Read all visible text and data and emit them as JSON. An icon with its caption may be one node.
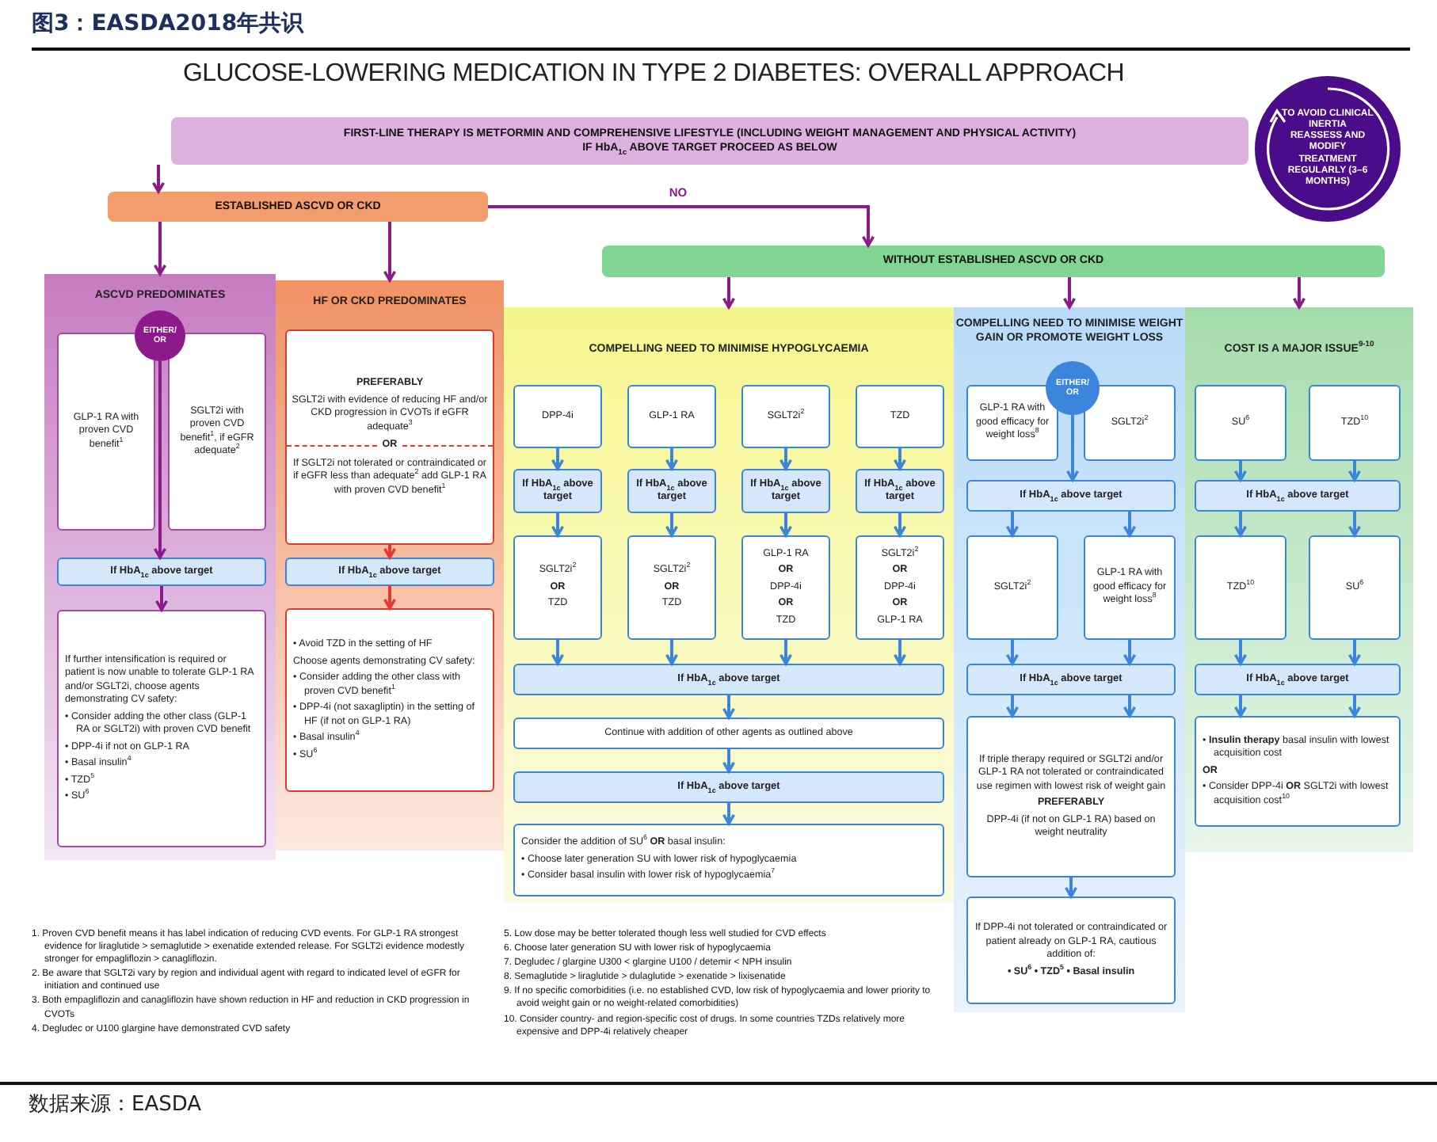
{
  "diagram": {
    "title": "图3：EASDA2018年共识",
    "caption": "数据来源：EASDA",
    "nodes": [
      {
        "text": [
          "FIRST-LINE THERAPY IS METFORMIN AND COMPREHENSIVE LIFESTYLE (INCLUDING WEIGHT MANAGEMENT AND PHYSICAL ACTIVITY)",
          "IF HbA$_{1c}$ ABOVE TARGET PROCEED AS BELOW"
        ]
      },
      {
        "text": [
          "TO AVOID CLINICAL INERTIA REASSESS AND MODIFY TREATMENT REGULARLY (3–6 MONTHS)"
        ]
      },
      {
        "text": [
          "ESTABLISHED ASCVD OR CKD"
        ]
      },
      {
        "text": [
          "WITHOUT ESTABLISHED ASCVD OR CKD"
        ]
      },
      {
        "text": [
          "ASCVD PREDOMINATES"
        ]
      },
      {
        "text": [
          "EITHER/ OR"
        ],
        "in": 4
      },
      {
        "text": [
          "GLP-1 RA with proven CVD benefit$^{1}$"
        ],
        "in": 4
      },
      {
        "text": [
          "SGLT2i with proven CVD benefit$^{1}$, if eGFR adequate$^{2}$"
        ],
        "in": 4
      },
      {
        "text": [
          "If HbA$_{1c}$ above target"
        ],
        "in": 4
      },
      {
        "text": [
          "If further intensification is required or patient is now unable to tolerate GLP-1 RA and/or SGLT2i, choose agents demonstrating CV safety:",
          "• Consider adding the other class (GLP-1 RA or SGLT2i) with proven CVD benefit",
          "• DPP-4i if not on GLP-1 RA",
          "• Basal insulin$^{4}$",
          "• TZD$^{5}$",
          "• SU$^{6}$"
        ],
        "in": 4
      },
      {
        "text": [
          "HF OR CKD PREDOMINATES"
        ]
      },
      {
        "text": [
          "PREFERABLY",
          "SGLT2i with evidence of reducing HF and/or CKD progression in CVOTs if eGFR adequate$^{3}$",
          "OR",
          "If SGLT2i not tolerated or contraindicated or if eGFR less than adequate$^{2}$ add GLP-1 RA with proven CVD benefit$^{1}$"
        ],
        "in": 10
      },
      {
        "text": [
          "If HbA$_{1c}$ above target"
        ],
        "in": 10
      },
      {
        "text": [
          "• Avoid TZD in the setting of HF",
          "Choose agents demonstrating CV safety:",
          "• Consider adding the other class with proven CVD benefit$^{1}$",
          "• DPP-4i (not saxagliptin) in the setting of HF (if not on GLP-1 RA)",
          "• Basal insulin$^{4}$",
          "• SU$^{6}$"
        ],
        "in": 10
      },
      {
        "text": [
          "COMPELLING NEED TO MINIMISE HYPOGLYCAEMIA"
        ]
      },
      {
        "text": [
          "DPP-4i"
        ],
        "in": 14
      },
      {
        "text": [
          "GLP-1 RA"
        ],
        "in": 14
      },
      {
        "text": [
          "SGLT2i$^{2}$"
        ],
        "in": 14
      },
      {
        "text": [
          "TZD"
        ],
        "in": 14
      },
      {
        "text": [
          "If HbA$_{1c}$ above target"
        ],
        "in": 14
      },
      {
        "text": [
          "If HbA$_{1c}$ above target"
        ],
        "in": 14
      },
      {
        "text": [
          "If HbA$_{1c}$ above target"
        ],
        "in": 14
      },
      {
        "text": [
          "If HbA$_{1c}$ above target"
        ],
        "in": 14
      },
      {
        "text": [
          "SGLT2i$^{2}$",
          "OR",
          "TZD"
        ],
        "in": 14
      },
      {
        "text": [
          "SGLT2i$^{2}$",
          "OR",
          "TZD"
        ],
        "in": 14
      },
      {
        "text": [
          "GLP-1 RA",
          "OR",
          "DPP-4i",
          "OR",
          "TZD"
        ],
        "in": 14
      },
      {
        "text": [
          "SGLT2i$^{2}$",
          "OR",
          "DPP-4i",
          "OR",
          "GLP-1 RA"
        ],
        "in": 14
      },
      {
        "text": [
          "If HbA$_{1c}$ above target"
        ],
        "in": 14
      },
      {
        "text": [
          "Continue with addition of other agents as outlined above"
        ],
        "in": 14
      },
      {
        "text": [
          "If HbA$_{1c}$ above target"
        ],
        "in": 14
      },
      {
        "text": [
          "Consider the addition of SU$^{6}$ **OR** basal insulin:",
          "• Choose later generation SU with lower risk of hypoglycaemia",
          "• Consider basal insulin with lower risk of hypoglycaemia$^{7}$"
        ],
        "in": 14
      },
      {
        "text": [
          "COMPELLING NEED TO MINIMISE WEIGHT GAIN OR PROMOTE WEIGHT LOSS"
        ]
      },
      {
        "text": [
          "EITHER/ OR"
        ],
        "in": 31
      },
      {
        "text": [
          "GLP-1 RA with good efficacy for weight loss$^{8}$"
        ],
        "in": 31
      },
      {
        "text": [
          "SGLT2i$^{2}$"
        ],
        "in": 31
      },
      {
        "text": [
          "If HbA$_{1c}$ above target"
        ],
        "in": 31
      },
      {
        "text": [
          "SGLT2i$^{2}$"
        ],
        "in": 31
      },
      {
        "text": [
          "GLP-1 RA with good efficacy for weight loss$^{8}$"
        ],
        "in": 31
      },
      {
        "text": [
          "If HbA$_{1c}$ above target"
        ],
        "in": 31
      },
      {
        "text": [
          "If triple therapy required or SGLT2i and/or GLP-1 RA not tolerated or contraindicated use regimen with lowest risk of weight gain",
          "PREFERABLY",
          "DPP-4i (if not on GLP-1 RA) based on weight neutrality"
        ],
        "in": 31
      },
      {
        "text": [
          "If DPP-4i not tolerated or contraindicated or patient already on GLP-1 RA, cautious addition of:",
          "• SU$^{6}$ • TZD$^{5}$ • Basal insulin"
        ],
        "in": 31
      },
      {
        "text": [
          "COST IS A MAJOR ISSUE$^{9-10}$"
        ]
      },
      {
        "text": [
          "SU$^{6}$"
        ],
        "in": 41
      },
      {
        "text": [
          "TZD$^{10}$"
        ],
        "in": 41
      },
      {
        "text": [
          "If HbA$_{1c}$ above target"
        ],
        "in": 41
      },
      {
        "text": [
          "TZD$^{10}$"
        ],
        "in": 41
      },
      {
        "text": [
          "SU$^{6}$"
        ],
        "in": 41
      },
      {
        "text": [
          "If HbA$_{1c}$ above target"
        ],
        "in": 41
      },
      {
        "text": [
          "• **Insulin therapy** basal insulin with lowest acquisition cost",
          "OR",
          "• Consider DPP-4i **OR** SGLT2i with lowest acquisition cost$^{10}$"
        ],
        "in": 41
      }
    ],
    "edges": [
      {
        "from": 0,
        "to": 2,
        "arrow": "to",
        "color": "#8c1a8a"
      },
      {
        "from": 2,
        "to": 3,
        "arrow": "to",
        "label": "NO",
        "color": "#8c1a8a"
      },
      {
        "from": 2,
        "to": 4,
        "arrow": "to",
        "color": "#8c1a8a"
      },
      {
        "from": 2,
        "to": 10,
        "arrow": "to",
        "color": "#8c1a8a"
      },
      {
        "from": 3,
        "to": 14,
        "arrow": "to",
        "color": "#8c1a8a"
      },
      {
        "from": 3,
        "to": 31,
        "arrow": "to",
        "color": "#8c1a8a"
      },
      {
        "from": 3,
        "to": 41,
        "arrow": "to",
        "color": "#8c1a8a"
      },
      {
        "from": 5,
        "to": 8,
        "arrow": "to",
        "color": "#8c1a8a"
      },
      {
        "from": 8,
        "to": 9,
        "arrow": "to",
        "color": "#8c1a8a"
      },
      {
        "from": 11,
        "to": 12,
        "arrow": "to",
        "color": "#e5392f"
      },
      {
        "from": 12,
        "to": 13,
        "arrow": "to",
        "color": "#e5392f"
      },
      {
        "from": 15,
        "to": 19,
        "arrow": "to"
      },
      {
        "from": 16,
        "to": 20,
        "arrow": "to"
      },
      {
        "from": 17,
        "to": 21,
        "arrow": "to"
      },
      {
        "from": 18,
        "to": 22,
        "arrow": "to"
      },
      {
        "from": 19,
        "to": 23,
        "arrow": "to"
      },
      {
        "from": 20,
        "to": 24,
        "arrow": "to"
      },
      {
        "from": 21,
        "to": 25,
        "arrow": "to"
      },
      {
        "from": 22,
        "to": 26,
        "arrow": "to"
      },
      {
        "from": 23,
        "to": 27,
        "arrow": "to"
      },
      {
        "from": 24,
        "to": 27,
        "arrow": "to"
      },
      {
        "from": 25,
        "to": 27,
        "arrow": "to"
      },
      {
        "from": 26,
        "to": 27,
        "arrow": "to"
      },
      {
        "from": 27,
        "to": 28,
        "arrow": "to"
      },
      {
        "from": 28,
        "to": 29,
        "arrow": "to"
      },
      {
        "from": 29,
        "to": 30,
        "arrow": "to"
      },
      {
        "from": 32,
        "to": 35,
        "arrow": "to"
      },
      {
        "from": 35,
        "to": 36,
        "arrow": "to"
      },
      {
        "from": 35,
        "to": 37,
        "arrow": "to"
      },
      {
        "from": 36,
        "to": 38,
        "arrow": "to"
      },
      {
        "from": 37,
        "to": 38,
        "arrow": "to"
      },
      {
        "from": 38,
        "to": 39,
        "arrow": "to"
      },
      {
        "from": 38,
        "to": 39,
        "arrow": "to"
      },
      {
        "from": 39,
        "to": 40,
        "arrow": "to"
      },
      {
        "from": 42,
        "to": 44,
        "arrow": "to"
      },
      {
        "from": 43,
        "to": 44,
        "arrow": "to"
      },
      {
        "from": 44,
        "to": 45,
        "arrow": "to"
      },
      {
        "from": 44,
        "to": 46,
        "arrow": "to"
      },
      {
        "from": 45,
        "to": 47,
        "arrow": "to"
      },
      {
        "from": 46,
        "to": 47,
        "arrow": "to"
      },
      {
        "from": 47,
        "to": 48,
        "arrow": "to"
      },
      {
        "from": 47,
        "to": 48,
        "arrow": "to"
      }
    ],
    "labels": [
      "GLUCOSE-LOWERING MEDICATION IN TYPE 2 DIABETES: OVERALL APPROACH",
      "1. Proven CVD benefit means it has label indication of reducing CVD events. For GLP-1 RA strongest evidence for liraglutide > semaglutide > exenatide extended release. For SGLT2i evidence modestly stronger for empagliflozin > canagliflozin.",
      "2. Be aware that SGLT2i vary by region and individual agent with regard to indicated level of eGFR for initiation and continued use",
      "3. Both empagliflozin and canagliflozin have shown reduction in HF and reduction in CKD progression in CVOTs",
      "4. Degludec or U100 glargine have demonstrated CVD safety",
      "5. Low dose may be better tolerated though less well studied for CVD effects",
      "6. Choose later generation SU with lower risk of hypoglycaemia",
      "7. Degludec / glargine U300 < glargine U100 / detemir < NPH insulin",
      "8. Semaglutide > liraglutide > dulaglutide > exenatide > lixisenatide",
      "9. If no specific comorbidities (i.e. no established CVD, low risk of hypoglycaemia and lower priority to avoid weight gain or no weight-related comorbidities)",
      "10. Consider country- and region-specific cost of drugs. In some countries TZDs relatively more expensive and DPP-4i relatively cheaper"
    ]
  }
}
